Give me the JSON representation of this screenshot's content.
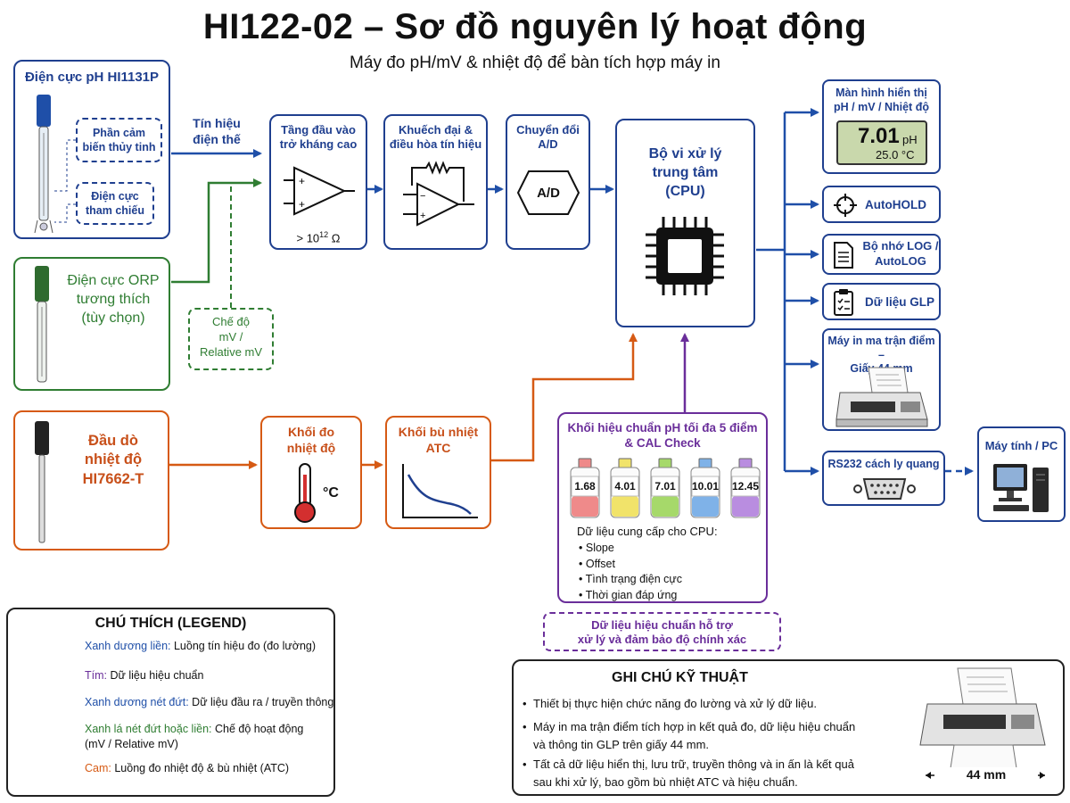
{
  "header": {
    "title": "HI122-02 – Sơ đồ nguyên lý hoạt động",
    "subtitle": "Máy đo pH/mV & nhiệt độ để bàn tích hợp máy in"
  },
  "ph_electrode": {
    "title": "Điện cực pH HI1131P",
    "part1": [
      "Phần cảm",
      "biến thủy tinh"
    ],
    "part2": [
      "Điện cực",
      "tham chiếu"
    ]
  },
  "signal_label": [
    "Tín hiệu",
    "điện thế"
  ],
  "orp_electrode": {
    "lines": [
      "Điện cực ORP",
      "tương thích",
      "(tùy chọn)"
    ]
  },
  "mode_box": {
    "lines": [
      "Chế độ",
      "mV /",
      "Relative mV"
    ]
  },
  "temp_probe": {
    "lines": [
      "Đầu dò",
      "nhiệt độ",
      "HI7662-T"
    ]
  },
  "stages": {
    "input": {
      "lines": [
        "Tầng đầu vào",
        "trở kháng cao"
      ],
      "impedance": "> 10",
      "exponent": "12",
      "unit": " Ω"
    },
    "amp": {
      "lines": [
        "Khuếch đại &",
        "điều hòa tín hiệu"
      ]
    },
    "adc": {
      "lines": [
        "Chuyển đổi",
        "A/D"
      ],
      "symbol": "A/D"
    },
    "cpu": {
      "lines": [
        "Bộ vi xử lý",
        "trung tâm",
        "(CPU)"
      ]
    }
  },
  "temp_block": {
    "lines": [
      "Khối đo",
      "nhiệt độ"
    ],
    "unit": "°C"
  },
  "atc_block": {
    "lines": [
      "Khối bù nhiệt",
      "ATC"
    ]
  },
  "calibration": {
    "title": [
      "Khối hiệu chuẩn pH tối đa 5 điểm",
      "& CAL Check"
    ],
    "buffers": [
      "1.68",
      "4.01",
      "7.01",
      "10.01",
      "12.45"
    ],
    "buffer_colors": [
      "#ef8a8a",
      "#f1e36a",
      "#a6d96a",
      "#7fb2e8",
      "#b98de0"
    ],
    "provides": "Dữ liệu cung cấp cho CPU:",
    "items": [
      "Slope",
      "Offset",
      "Tình trạng điện cực",
      "Thời gian đáp ứng"
    ],
    "support": [
      "Dữ liệu hiệu chuẩn hỗ trợ",
      "xử lý và đảm bảo độ chính xác"
    ]
  },
  "outputs": {
    "display": {
      "title": [
        "Màn hình hiển thị",
        "pH / mV / Nhiệt độ"
      ],
      "reading": "7.01",
      "reading_unit": "pH",
      "temperature": "25.0 °C"
    },
    "autohold": "AutoHOLD",
    "log": [
      "Bộ nhớ LOG /",
      "AutoLOG"
    ],
    "glp": "Dữ liệu GLP",
    "printer": [
      "Máy in ma trận điểm –",
      "Giấy 44 mm"
    ],
    "rs232": "RS232 cách ly quang",
    "pc": "Máy tính / PC"
  },
  "legend": {
    "title": "CHÚ THÍCH (LEGEND)",
    "rows": [
      {
        "key": "Xanh dương liền:",
        "text": " Luồng tín hiệu đo (đo lường)",
        "color": "#1f4fa8"
      },
      {
        "key": "Tím:",
        "text": " Dữ liệu hiệu chuẩn",
        "color": "#6a2e9a"
      },
      {
        "key": "Xanh dương nét đứt:",
        "text": " Dữ liệu đầu ra / truyền thông",
        "color": "#1f4fa8"
      },
      {
        "key": "Xanh lá nét đứt hoặc liền:",
        "text": " Chế độ hoạt động",
        "text2": "(mV / Relative mV)",
        "color": "#2f7d32"
      },
      {
        "key": "Cam:",
        "text": " Luồng đo nhiệt độ & bù nhiệt (ATC)",
        "color": "#d65a14"
      }
    ]
  },
  "tech_notes": {
    "title": "GHI CHÚ KỸ THUẬT",
    "items": [
      [
        "Thiết bị thực hiện chức năng đo lường và xử lý dữ liệu."
      ],
      [
        "Máy in ma trận điểm tích hợp in kết quả đo, dữ liệu hiệu chuẩn",
        "và thông tin GLP trên giấy 44 mm."
      ],
      [
        "Tất cả dữ liệu hiển thị, lưu trữ, truyền thông và in ấn là kết quả",
        "sau khi xử lý, bao gồm bù nhiệt ATC và hiệu chuẩn."
      ]
    ],
    "paper_width": "44 mm"
  }
}
